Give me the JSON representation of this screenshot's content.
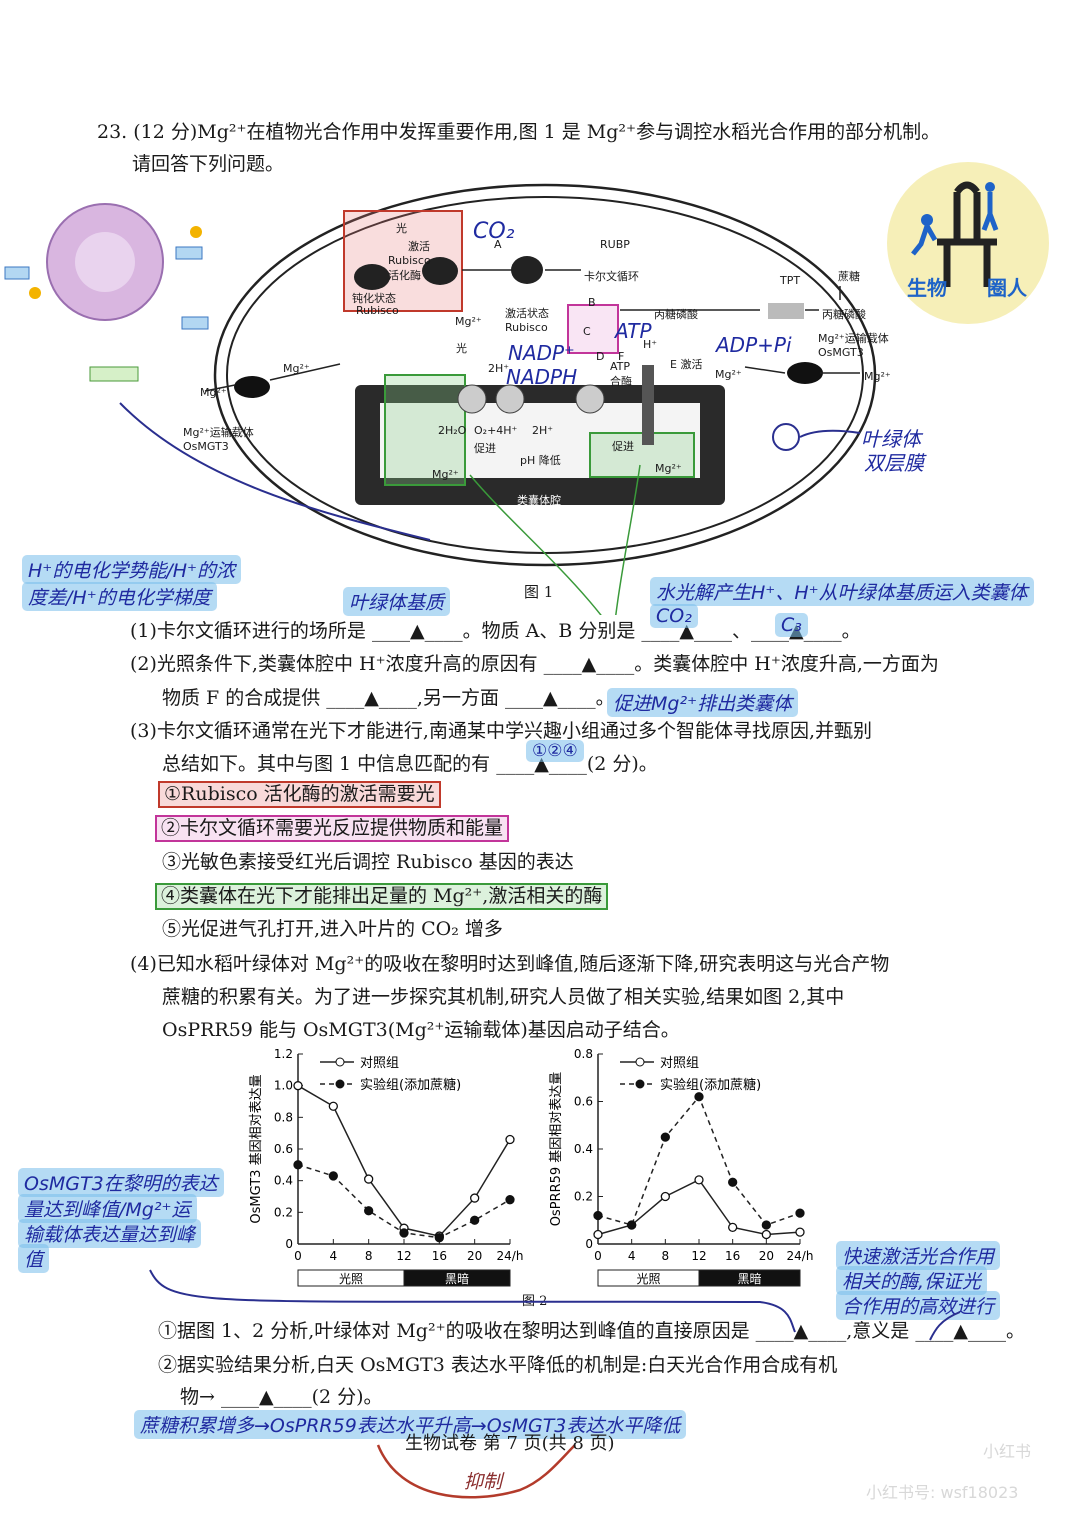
{
  "question": {
    "header": "23. (12 分)Mg²⁺在植物光合作用中发挥重要作用,图 1 是 Mg²⁺参与调控水稻光合作用的部分机制。",
    "header2": "请回答下列问题。",
    "fig1_caption": "图 1",
    "q1": "(1)卡尔文循环进行的场所是 ____▲____。物质 A、B 分别是 ____▲____、____▲____。",
    "q2a": "(2)光照条件下,类囊体腔中 H⁺浓度升高的原因有 ____▲____。类囊体腔中 H⁺浓度升高,一方面为",
    "q2b": "物质 F 的合成提供 ____▲____,另一方面 ____▲____。",
    "q3a": "(3)卡尔文循环通常在光下才能进行,南通某中学兴趣小组通过多个智能体寻找原因,并甄别",
    "q3b": "总结如下。其中与图 1 中信息匹配的有 ____▲____(2 分)。",
    "opt1": "①Rubisco 活化酶的激活需要光",
    "opt2": "②卡尔文循环需要光反应提供物质和能量",
    "opt3": "③光敏色素接受红光后调控 Rubisco 基因的表达",
    "opt4": "④类囊体在光下才能排出足量的 Mg²⁺,激活相关的酶",
    "opt5": "⑤光促进气孔打开,进入叶片的 CO₂ 增多",
    "q4a": "(4)已知水稻叶绿体对 Mg²⁺的吸收在黎明时达到峰值,随后逐渐下降,研究表明这与光合产物",
    "q4b": "蔗糖的积累有关。为了进一步探究其机制,研究人员做了相关实验,结果如图 2,其中",
    "q4c": "OsPRR59 能与 OsMGT3(Mg²⁺运输载体)基因启动子结合。",
    "fig2_caption": "图 2",
    "q4_1": "①据图 1、2 分析,叶绿体对 Mg²⁺的吸收在黎明达到峰值的直接原因是 ____▲____,意义是 ____▲____。",
    "q4_2a": "②据实验结果分析,白天 OsMGT3 表达水平降低的机制是:白天光合作用合成有机",
    "q4_2b": "物→ ____▲____(2 分)。",
    "footer": "生物试卷    第 7 页(共 8 页)"
  },
  "figure1": {
    "labels": {
      "light": "光",
      "activate": "激活",
      "activase": "Rubisco 活化酶",
      "blunt": "钝化状态",
      "rubisco": "Rubisco",
      "active_rubisco": "激活状态 Rubisco",
      "rubp": "RUBP",
      "calvin": "卡尔文循环",
      "triose": "丙糖磷酸",
      "tpt": "TPT",
      "sucrose": "蔗糖",
      "triose2": "丙糖磷酸",
      "transporter": "Mg²⁺运输载体 OsMGT3",
      "transporter_left": "Mg²⁺运输载体 OsMGT3",
      "atp_synth": "ATP 合酶",
      "e_act": "E 激活",
      "water": "2H₂O",
      "o2": "O₂+4H⁺",
      "promote": "促进",
      "ph": "pH 降低",
      "promote2": "促进",
      "lumen": "类囊体腔",
      "mg": "Mg²⁺",
      "h": "H⁺",
      "2h": "2H⁺",
      "2h_b": "2H⁺",
      "light2": "光",
      "f": "F",
      "d": "D",
      "c": "C",
      "b": "B",
      "a": "A"
    }
  },
  "annotations": {
    "co2": "CO₂",
    "atp": "ATP",
    "nadp": "NADP⁺",
    "nadph": "NADPH",
    "adp": "ADP+Pi",
    "membrane": "叶绿体",
    "membrane2": "双层膜",
    "h_gradient1": "H⁺的电化学势能/H⁺的浓",
    "h_gradient2": "度差/H⁺的电化学梯度",
    "stroma": "叶绿体基质",
    "water_split": "水光解产生H⁺、H⁺从叶绿体基质运入类囊体",
    "ans_a": "CO₂",
    "ans_b": "C₃",
    "mg_out": "促进Mg²⁺排出类囊体",
    "ans3": "①②④",
    "ans4_1a": "OsMGT3在黎明的表达",
    "ans4_1b": "量达到峰值/Mg²⁺运",
    "ans4_1c": "输载体表达量达到峰",
    "ans4_1d": "值",
    "ans4_1e": "快速激活光合作用",
    "ans4_1f": "相关的酶,保证光",
    "ans4_1g": "合作用的高效进行",
    "ans4_2": "蔗糖积累增多→OsPRR59表达水平升高→OsMGT3表达水平降低",
    "inhibit": "抑制"
  },
  "logo": {
    "text": "生物",
    "text2": "圈人"
  },
  "watermark": {
    "brand": "小红书",
    "id": "小红书号: wsf18023"
  },
  "chart_data": [
    {
      "type": "line",
      "ylabel": "OsMGT3 基因相对表达量",
      "x": [
        0,
        4,
        8,
        12,
        16,
        20,
        24
      ],
      "xticks": [
        "0",
        "4",
        "8",
        "12",
        "16",
        "20",
        "24/h"
      ],
      "ylim": [
        0,
        1.2
      ],
      "yticks": [
        "0",
        "0.2",
        "0.4",
        "0.6",
        "0.8",
        "1.0",
        "1.2"
      ],
      "series": [
        {
          "name": "对照组",
          "style": "solid-open",
          "values": [
            1.0,
            0.87,
            0.41,
            0.1,
            0.05,
            0.29,
            0.66
          ]
        },
        {
          "name": "实验组(添加蔗糖)",
          "style": "dashed-filled",
          "values": [
            0.5,
            0.43,
            0.21,
            0.07,
            0.04,
            0.15,
            0.28
          ]
        }
      ],
      "bar_light": "光照",
      "bar_dark": "黑暗"
    },
    {
      "type": "line",
      "ylabel": "OsPRR59 基因相对表达量",
      "x": [
        0,
        4,
        8,
        12,
        16,
        20,
        24
      ],
      "xticks": [
        "0",
        "4",
        "8",
        "12",
        "16",
        "20",
        "24/h"
      ],
      "ylim": [
        0,
        0.8
      ],
      "yticks": [
        "0",
        "0.2",
        "0.4",
        "0.6",
        "0.8"
      ],
      "series": [
        {
          "name": "对照组",
          "style": "solid-open",
          "values": [
            0.04,
            0.08,
            0.2,
            0.27,
            0.07,
            0.04,
            0.05
          ]
        },
        {
          "name": "实验组(添加蔗糖)",
          "style": "dashed-filled",
          "values": [
            0.12,
            0.08,
            0.45,
            0.62,
            0.26,
            0.08,
            0.13
          ]
        }
      ],
      "bar_light": "光照",
      "bar_dark": "黑暗"
    }
  ]
}
